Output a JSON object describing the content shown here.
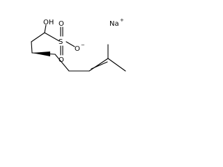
{
  "structure": {
    "atoms": {
      "hydroxyl": "OH",
      "sulfur": "S",
      "oxygen_top": "O",
      "oxygen_bottom": "O",
      "oxygen_right": "O",
      "oxygen_right_charge": "−",
      "sodium": "Na",
      "sodium_charge": "+"
    },
    "stereo": {
      "center": "wedge-bond to methyl"
    }
  }
}
